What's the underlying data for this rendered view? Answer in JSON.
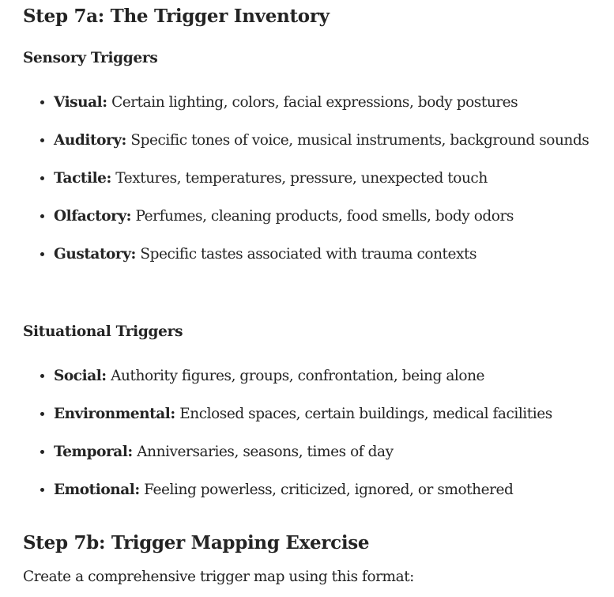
{
  "step7a": {
    "title": "Step 7a: The Trigger Inventory",
    "sensory": {
      "heading": "Sensory Triggers",
      "items": [
        {
          "term": "Visual:",
          "text": "Certain lighting, colors, facial expressions, body postures"
        },
        {
          "term": "Auditory:",
          "text": "Specific tones of voice, musical instruments, background sounds"
        },
        {
          "term": "Tactile:",
          "text": "Textures, temperatures, pressure, unexpected touch"
        },
        {
          "term": "Olfactory:",
          "text": "Perfumes, cleaning products, food smells, body odors"
        },
        {
          "term": "Gustatory:",
          "text": "Specific tastes associated with trauma contexts"
        }
      ]
    },
    "situational": {
      "heading": "Situational Triggers",
      "items": [
        {
          "term": "Social:",
          "text": "Authority figures, groups, confrontation, being alone"
        },
        {
          "term": "Environmental:",
          "text": "Enclosed spaces, certain buildings, medical facilities"
        },
        {
          "term": "Temporal:",
          "text": "Anniversaries, seasons, times of day"
        },
        {
          "term": "Emotional:",
          "text": "Feeling powerless, criticized, ignored, or smothered"
        }
      ]
    }
  },
  "step7b": {
    "title": "Step 7b: Trigger Mapping Exercise",
    "intro": "Create a comprehensive trigger map using this format:"
  }
}
